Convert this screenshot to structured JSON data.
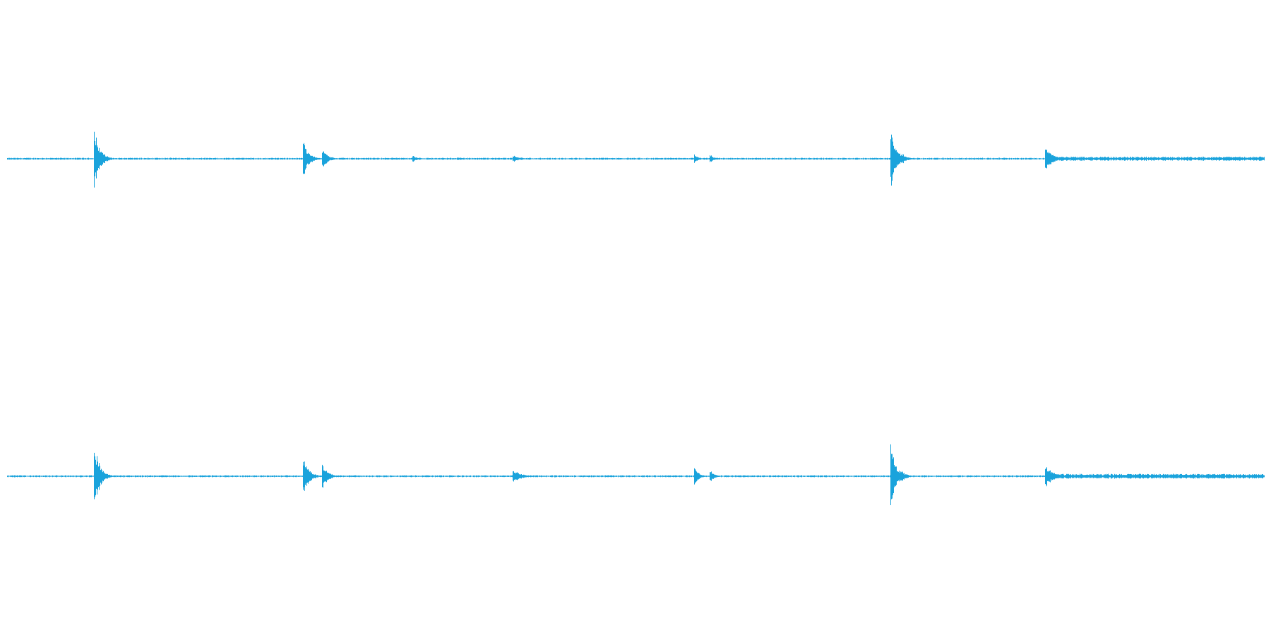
{
  "waveform": {
    "color": "#1aa3dc",
    "background": "#ffffff",
    "channel_count": 2,
    "channels": [
      {
        "label": "",
        "noise_level": 0.02,
        "bursts": [
          {
            "at": 0.0695,
            "amp": 0.95,
            "decay": 0.004
          },
          {
            "at": 0.0745,
            "amp": 0.2,
            "decay": 0.004
          },
          {
            "at": 0.2355,
            "amp": 0.6,
            "decay": 0.004
          },
          {
            "at": 0.251,
            "amp": 0.3,
            "decay": 0.004
          },
          {
            "at": 0.323,
            "amp": 0.1,
            "decay": 0.004
          },
          {
            "at": 0.359,
            "amp": 0.05,
            "decay": 0.004
          },
          {
            "at": 0.4025,
            "amp": 0.1,
            "decay": 0.006
          },
          {
            "at": 0.547,
            "amp": 0.15,
            "decay": 0.003
          },
          {
            "at": 0.5595,
            "amp": 0.12,
            "decay": 0.003
          },
          {
            "at": 0.6315,
            "amp": 0.04,
            "decay": 0.003
          },
          {
            "at": 0.703,
            "amp": 1.0,
            "decay": 0.004
          },
          {
            "at": 0.7115,
            "amp": 0.18,
            "decay": 0.004
          },
          {
            "at": 0.826,
            "amp": 0.35,
            "decay": 0.006
          }
        ],
        "tail": {
          "from": 0.83,
          "to": 1.0,
          "amp": 0.05
        }
      },
      {
        "label": "",
        "noise_level": 0.02,
        "bursts": [
          {
            "at": 0.0695,
            "amp": 0.95,
            "decay": 0.004
          },
          {
            "at": 0.0745,
            "amp": 0.2,
            "decay": 0.004
          },
          {
            "at": 0.2355,
            "amp": 0.65,
            "decay": 0.004
          },
          {
            "at": 0.251,
            "amp": 0.4,
            "decay": 0.004
          },
          {
            "at": 0.4025,
            "amp": 0.2,
            "decay": 0.006
          },
          {
            "at": 0.547,
            "amp": 0.3,
            "decay": 0.003
          },
          {
            "at": 0.5595,
            "amp": 0.18,
            "decay": 0.003
          },
          {
            "at": 0.703,
            "amp": 1.0,
            "decay": 0.004
          },
          {
            "at": 0.7115,
            "amp": 0.18,
            "decay": 0.004
          },
          {
            "at": 0.826,
            "amp": 0.35,
            "decay": 0.006
          }
        ],
        "tail": {
          "from": 0.83,
          "to": 1.0,
          "amp": 0.06
        }
      }
    ]
  }
}
